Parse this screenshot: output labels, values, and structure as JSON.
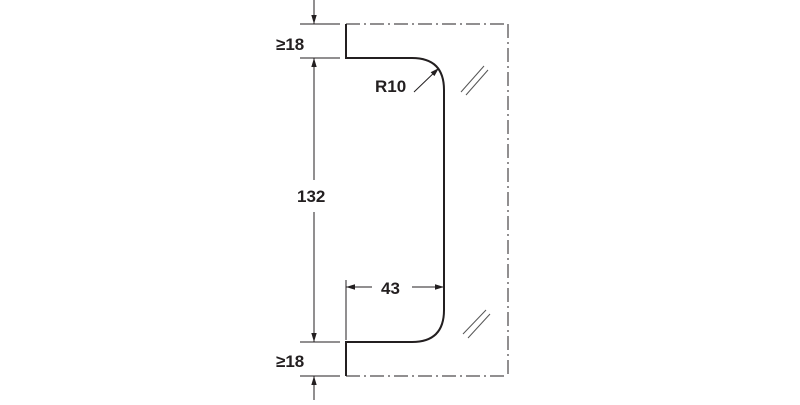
{
  "drawing": {
    "type": "technical-dimension-drawing",
    "subject": "pull handle profile mounted on glass",
    "colors": {
      "line": "#231f20",
      "background": "#ffffff",
      "hatch": "#555555"
    },
    "dimensions": {
      "top_clearance": "≥18",
      "handle_length": "132",
      "bottom_clearance": "≥18",
      "projection": "43",
      "radius": "R10"
    }
  }
}
